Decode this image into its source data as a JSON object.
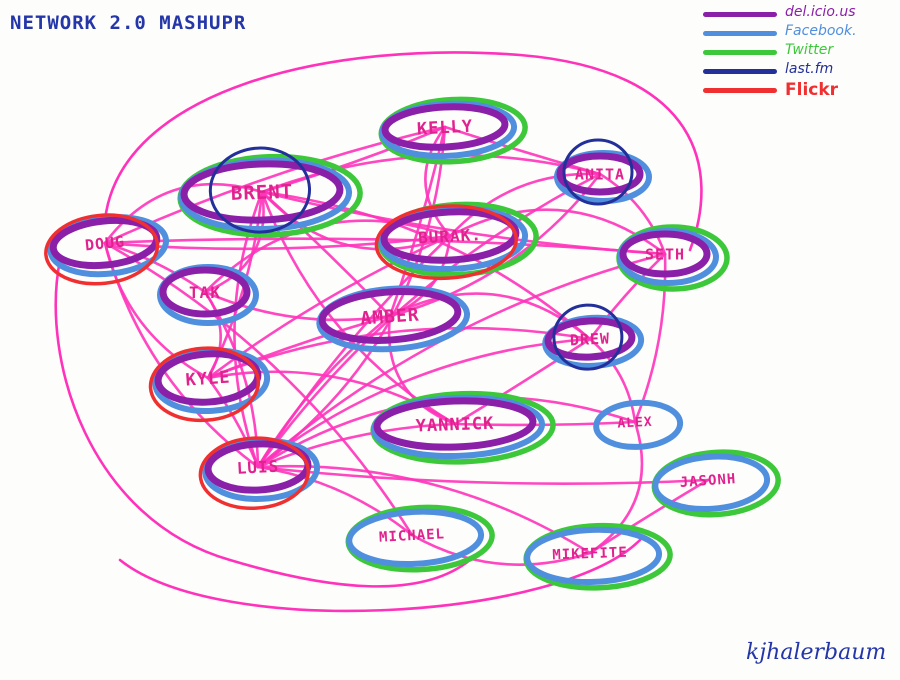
{
  "title": "NETWORK 2.0 MASHUPR",
  "signature": "kjhalerbaum",
  "legend": [
    {
      "label": "del.icio.us",
      "color": "#8a1fa8"
    },
    {
      "label": "Facebook.",
      "color": "#4f8fde"
    },
    {
      "label": "Twitter",
      "color": "#3cc83a"
    },
    {
      "label": "last.fm",
      "color": "#24309a"
    },
    {
      "label": "Flickr",
      "color": "#f03030"
    }
  ],
  "colors": {
    "connection": "#ff33bb",
    "label": "#e0228f",
    "delicious": "#8a1fa8",
    "facebook": "#4f8fde",
    "twitter": "#3cc83a",
    "lastfm": "#24309a",
    "flickr": "#f03030"
  },
  "nodes": [
    {
      "id": "kelly",
      "label": "KELLY",
      "services": [
        "twitter",
        "facebook",
        "delicious"
      ]
    },
    {
      "id": "brent",
      "label": "BRENT",
      "services": [
        "twitter",
        "facebook",
        "delicious",
        "lastfm"
      ]
    },
    {
      "id": "anita",
      "label": "ANITA",
      "services": [
        "facebook",
        "delicious",
        "lastfm"
      ]
    },
    {
      "id": "doug",
      "label": "DOUG",
      "services": [
        "facebook",
        "delicious",
        "flickr"
      ]
    },
    {
      "id": "burak",
      "label": "BURAK.",
      "services": [
        "twitter",
        "facebook",
        "delicious",
        "flickr"
      ]
    },
    {
      "id": "seth",
      "label": "SETH",
      "services": [
        "twitter",
        "facebook",
        "delicious"
      ]
    },
    {
      "id": "tak",
      "label": "TAK",
      "services": [
        "facebook",
        "delicious"
      ]
    },
    {
      "id": "amber",
      "label": "AMBER",
      "services": [
        "facebook",
        "delicious"
      ]
    },
    {
      "id": "drew",
      "label": "DREW",
      "services": [
        "facebook",
        "delicious",
        "lastfm"
      ]
    },
    {
      "id": "kyle",
      "label": "KYLE",
      "services": [
        "facebook",
        "delicious",
        "flickr"
      ]
    },
    {
      "id": "yannick",
      "label": "YANNICK",
      "services": [
        "twitter",
        "facebook",
        "delicious"
      ]
    },
    {
      "id": "alex",
      "label": "ALEX",
      "services": [
        "facebook"
      ]
    },
    {
      "id": "luis",
      "label": "LUIS",
      "services": [
        "facebook",
        "delicious",
        "flickr"
      ]
    },
    {
      "id": "jasonh",
      "label": "JASONH",
      "services": [
        "twitter",
        "facebook"
      ]
    },
    {
      "id": "michael",
      "label": "MICHAEL",
      "services": [
        "twitter",
        "facebook"
      ]
    },
    {
      "id": "mikefite",
      "label": "MIKEFITE",
      "services": [
        "twitter",
        "facebook"
      ]
    }
  ],
  "edges": [
    [
      "doug",
      "brent"
    ],
    [
      "doug",
      "kelly"
    ],
    [
      "doug",
      "seth"
    ],
    [
      "doug",
      "kyle"
    ],
    [
      "doug",
      "luis"
    ],
    [
      "doug",
      "tak"
    ],
    [
      "doug",
      "michael"
    ],
    [
      "doug",
      "burak"
    ],
    [
      "brent",
      "kelly"
    ],
    [
      "brent",
      "burak"
    ],
    [
      "brent",
      "tak"
    ],
    [
      "brent",
      "amber"
    ],
    [
      "brent",
      "kyle"
    ],
    [
      "brent",
      "luis"
    ],
    [
      "brent",
      "yannick"
    ],
    [
      "brent",
      "anita"
    ],
    [
      "brent",
      "drew"
    ],
    [
      "brent",
      "seth"
    ],
    [
      "kelly",
      "anita"
    ],
    [
      "kelly",
      "burak"
    ],
    [
      "kelly",
      "luis"
    ],
    [
      "kelly",
      "amber"
    ],
    [
      "anita",
      "seth"
    ],
    [
      "anita",
      "burak"
    ],
    [
      "anita",
      "luis"
    ],
    [
      "anita",
      "amber"
    ],
    [
      "burak",
      "amber"
    ],
    [
      "burak",
      "luis"
    ],
    [
      "burak",
      "kyle"
    ],
    [
      "burak",
      "tak"
    ],
    [
      "burak",
      "seth"
    ],
    [
      "seth",
      "drew"
    ],
    [
      "seth",
      "alex"
    ],
    [
      "seth",
      "luis"
    ],
    [
      "tak",
      "amber"
    ],
    [
      "tak",
      "luis"
    ],
    [
      "tak",
      "kyle"
    ],
    [
      "amber",
      "luis"
    ],
    [
      "amber",
      "kyle"
    ],
    [
      "amber",
      "yannick"
    ],
    [
      "amber",
      "drew"
    ],
    [
      "drew",
      "yannick"
    ],
    [
      "drew",
      "alex"
    ],
    [
      "drew",
      "luis"
    ],
    [
      "drew",
      "kyle"
    ],
    [
      "kyle",
      "luis"
    ],
    [
      "kyle",
      "yannick"
    ],
    [
      "yannick",
      "luis"
    ],
    [
      "yannick",
      "alex"
    ],
    [
      "alex",
      "luis"
    ],
    [
      "alex",
      "mikefite"
    ],
    [
      "jasonh",
      "mikefite"
    ],
    [
      "jasonh",
      "luis"
    ],
    [
      "michael",
      "mikefite"
    ],
    [
      "michael",
      "luis"
    ],
    [
      "luis",
      "mikefite"
    ]
  ]
}
